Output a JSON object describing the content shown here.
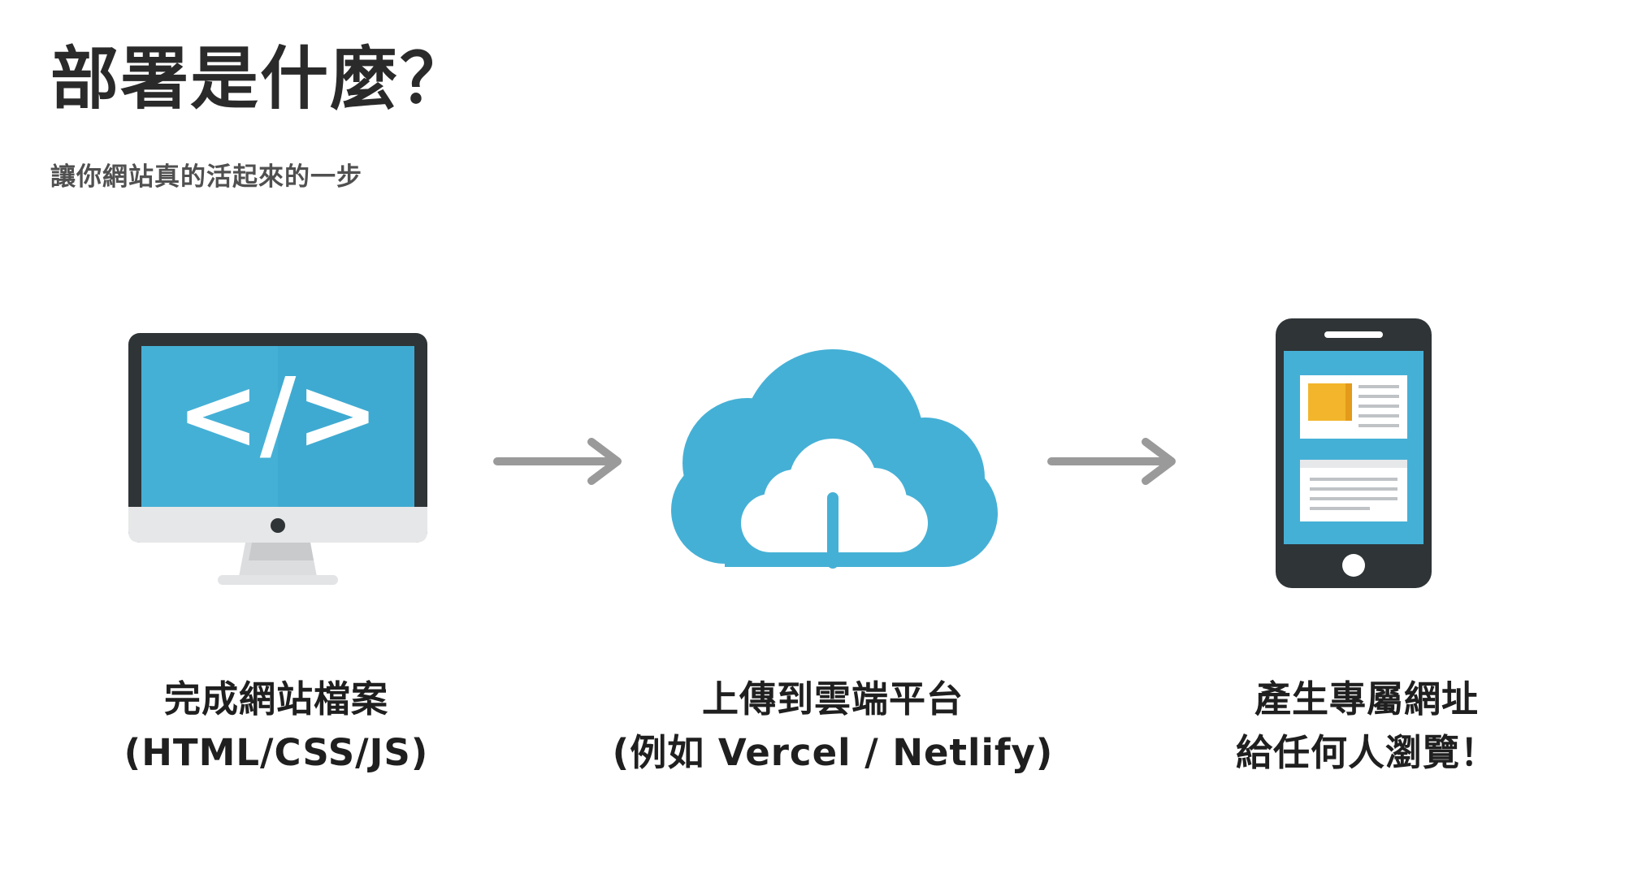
{
  "header": {
    "title": "部署是什麼？",
    "subtitle": "讓你網站真的活起來的一步"
  },
  "steps": [
    {
      "icon": "desktop-code-icon",
      "code_symbol": "</>",
      "line1": "完成網站檔案",
      "line2": "(HTML/CSS/JS)"
    },
    {
      "icon": "cloud-upload-icon",
      "line1": "上傳到雲端平台",
      "line2": "(例如 Vercel / Netlify)"
    },
    {
      "icon": "smartphone-website-icon",
      "line1": "產生專屬網址",
      "line2": "給任何人瀏覽！"
    }
  ],
  "colors": {
    "accent_blue": "#45b0d6",
    "dark_frame": "#2f3437",
    "arrow_gray": "#9a9a9a",
    "highlight_yellow": "#f2b52b"
  }
}
